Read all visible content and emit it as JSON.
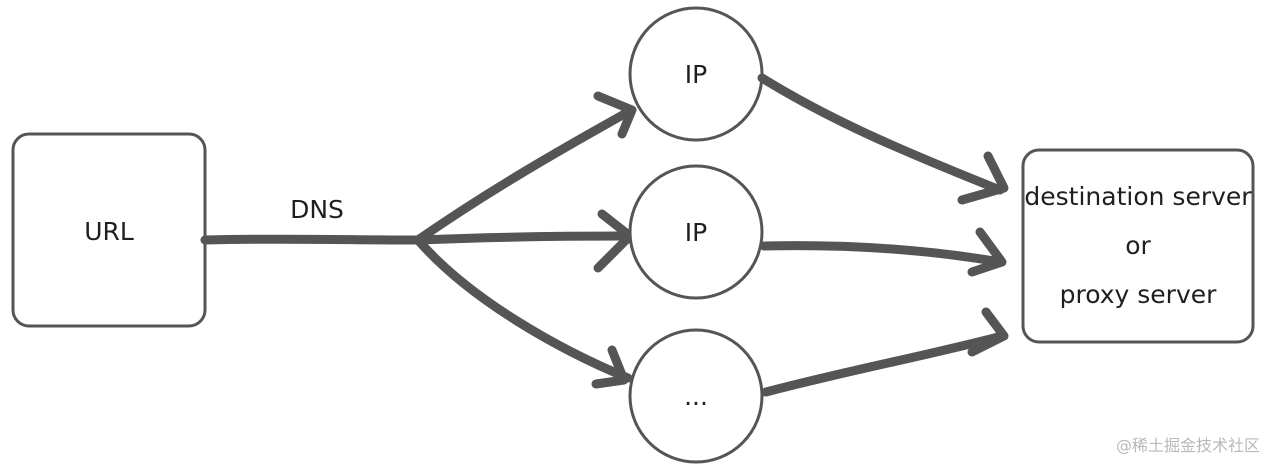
{
  "nodes": {
    "url": {
      "label": "URL"
    },
    "ip_top": {
      "label": "IP"
    },
    "ip_middle": {
      "label": "IP"
    },
    "ip_bottom": {
      "label": "..."
    },
    "server": {
      "line1": "destination server",
      "line2": "or",
      "line3": "proxy server"
    }
  },
  "edges": {
    "dns_label": "DNS"
  },
  "watermark": "@稀土掘金技术社区",
  "colors": {
    "stroke": "#555555",
    "text": "#1f1f1f"
  }
}
